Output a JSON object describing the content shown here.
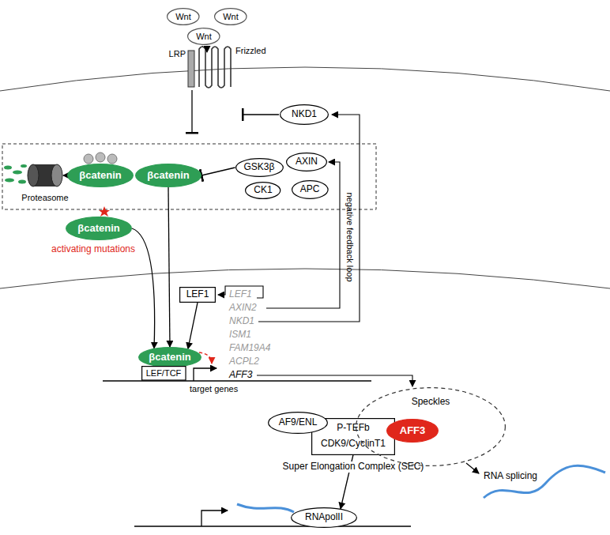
{
  "diagram": {
    "nodes": [
      {
        "text": [
          "Wnt"
        ]
      },
      {
        "text": [
          "Wnt"
        ]
      },
      {
        "text": [
          "Wnt"
        ]
      },
      {
        "text": [
          "NKD1"
        ]
      },
      {
        "text": [
          "βcatenin"
        ]
      },
      {
        "text": [
          "βcatenin"
        ]
      },
      {
        "text": [
          "GSK3β"
        ]
      },
      {
        "text": [
          "AXIN"
        ]
      },
      {
        "text": [
          "CK1"
        ]
      },
      {
        "text": [
          "APC"
        ]
      },
      {
        "text": [
          "βcatenin"
        ]
      },
      {
        "text": [
          "LEF1"
        ]
      },
      {
        "text": [
          "βcatenin"
        ]
      },
      {
        "text": [
          "LEF/TCF"
        ]
      },
      {
        "text": [
          "Speckles"
        ]
      },
      {
        "text": [
          "AFF3"
        ],
        "in": 14
      },
      {
        "text": [
          "AF9/ENL"
        ]
      },
      {
        "text": [
          "P-TEFb",
          "CDK9/CyclinT1"
        ]
      },
      {
        "text": [
          "RNApolII"
        ]
      }
    ],
    "edges": [
      {
        "from": 6,
        "to": 5,
        "arrow": "to"
      },
      {
        "from": 5,
        "to": 12,
        "arrow": "to"
      },
      {
        "from": 10,
        "to": 12,
        "arrow": "to"
      },
      {
        "from": 11,
        "to": 12,
        "arrow": "to"
      },
      {
        "from": 17,
        "to": 18,
        "arrow": "to"
      }
    ],
    "labels": [
      "LRP",
      "Frizzled",
      "Proteasome",
      "activating mutations",
      "LEF1",
      "AXIN2",
      "NKD1",
      "ISM1",
      "FAM19A4",
      "ACPL2",
      "AFF3",
      "target genes",
      "negative feedback loop",
      "Super Elongation Complex (SEC)",
      "RNA splicing"
    ]
  }
}
